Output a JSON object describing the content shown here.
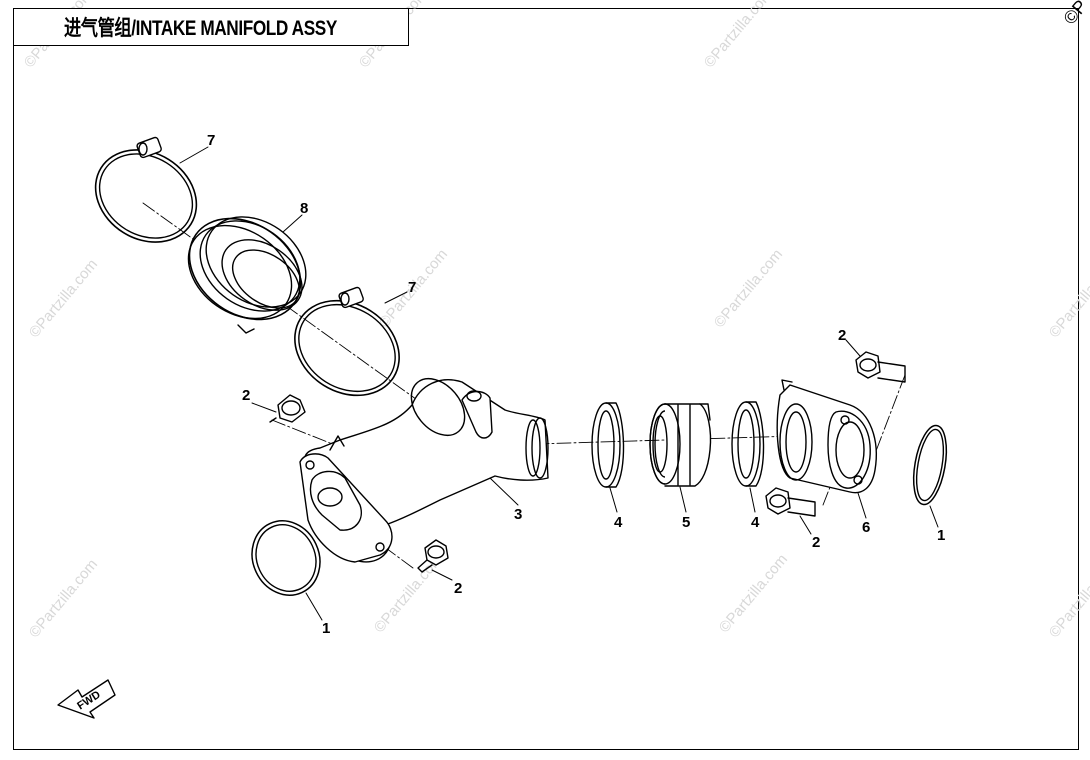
{
  "title": "进气管组/INTAKE MANIFOLD ASSY",
  "watermark": "©Partzilla.com",
  "corner_mark": "©P",
  "direction_label": "FWD",
  "callouts": [
    "1",
    "1",
    "2",
    "2",
    "2",
    "2",
    "3",
    "4",
    "4",
    "5",
    "6",
    "7",
    "7",
    "8"
  ]
}
